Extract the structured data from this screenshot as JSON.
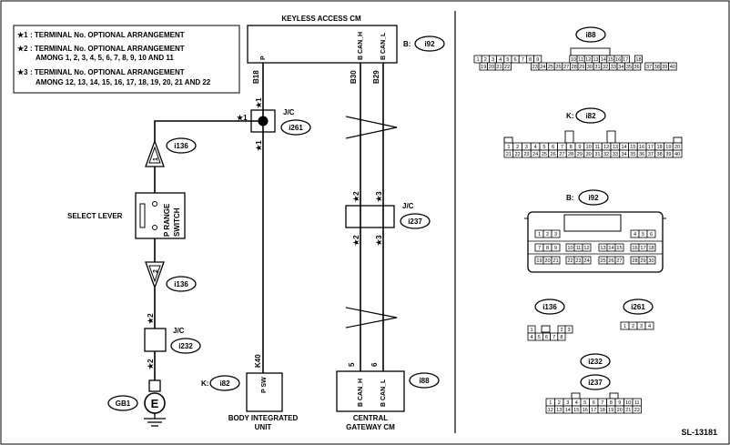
{
  "legend": {
    "n1_mark": "★1",
    "n1_text": ": TERMINAL No. OPTIONAL ARRANGEMENT",
    "n2_mark": "★2",
    "n2_line1": ": TERMINAL No. OPTIONAL ARRANGEMENT",
    "n2_line2": "AMONG 1, 2, 3, 4, 5, 6, 7, 8, 9, 10 AND 11",
    "n3_mark": "★3",
    "n3_line1": ": TERMINAL No. OPTIONAL ARRANGEMENT",
    "n3_line2": "AMONG 12, 13, 14, 15, 16, 17, 18, 19, 20, 21 AND 22"
  },
  "keyless": {
    "title": "KEYLESS ACCESS CM",
    "conn_prefix": "B:",
    "conn_id": "i92",
    "pin_p": "P",
    "pin_canh": "B CAN_H",
    "pin_canl": "B CAN_L",
    "wire_b18": "B18",
    "wire_b30": "B30",
    "wire_b29": "B29"
  },
  "jc261": {
    "label": "J/C",
    "id": "i261",
    "mark": "★1",
    "mark2": "★1",
    "mark3": "★1"
  },
  "jc237": {
    "label": "J/C",
    "id": "i237",
    "mark2_top": "★2",
    "mark3_top": "★3",
    "mark2_bot": "★2",
    "mark3_bot": "★3"
  },
  "jc232": {
    "label": "J/C",
    "id": "i232",
    "mark_top": "★2",
    "mark_bot": "★2"
  },
  "switch": {
    "select_lever": "SELECT LEVER",
    "text1": "P RANGE",
    "text2": "SWITCH"
  },
  "conn136": {
    "id_top": "i136",
    "id_bot": "i136",
    "pin_top": "1",
    "pin_bot": "2"
  },
  "ground": {
    "id": "GB1",
    "symbol": "E"
  },
  "biu": {
    "conn_prefix": "K:",
    "conn_id": "i82",
    "wire": "K40",
    "pin": "P SW",
    "name1": "BODY INTEGRATED",
    "name2": "UNIT"
  },
  "gateway": {
    "conn_id": "i88",
    "wire5": "5",
    "wire6": "6",
    "pin_h": "B CAN_H",
    "pin_l": "B CAN_L",
    "name1": "CENTRAL",
    "name2": "GATEWAY CM"
  },
  "connectors": {
    "i88": {
      "id": "i88",
      "row1": [
        "1",
        "2",
        "3",
        "4",
        "5",
        "6",
        "7",
        "8",
        "9",
        "10",
        "11",
        "12",
        "13",
        "14",
        "15",
        "16",
        "17",
        "18"
      ],
      "row2": [
        "19",
        "20",
        "21",
        "22",
        "23",
        "24",
        "25",
        "26",
        "27",
        "28",
        "29",
        "30",
        "31",
        "32",
        "33",
        "34",
        "35",
        "36",
        "37",
        "38",
        "39",
        "40"
      ]
    },
    "i82": {
      "prefix": "K:",
      "id": "i82",
      "row1": [
        "1",
        "2",
        "3",
        "4",
        "5",
        "6",
        "7",
        "8",
        "9",
        "10",
        "11",
        "12",
        "13",
        "14",
        "15",
        "16",
        "17",
        "18",
        "19",
        "20"
      ],
      "row2": [
        "21",
        "22",
        "23",
        "24",
        "25",
        "26",
        "27",
        "28",
        "29",
        "30",
        "31",
        "32",
        "33",
        "34",
        "35",
        "36",
        "37",
        "38",
        "39",
        "40"
      ]
    },
    "i92": {
      "prefix": "B:",
      "id": "i92",
      "r1a": [
        "1",
        "2",
        "3"
      ],
      "r1b": [
        "4",
        "5",
        "6"
      ],
      "r2a": [
        "7",
        "8",
        "9"
      ],
      "r2b": [
        "10",
        "11",
        "12"
      ],
      "r2c": [
        "13",
        "14",
        "15"
      ],
      "r2d": [
        "16",
        "17",
        "18"
      ],
      "r3a": [
        "19",
        "20",
        "21"
      ],
      "r3b": [
        "22",
        "23",
        "24"
      ],
      "r3c": [
        "25",
        "26",
        "27"
      ],
      "r3d": [
        "28",
        "29",
        "30"
      ]
    },
    "i136": {
      "id": "i136",
      "row1": [
        "1",
        "2",
        "3"
      ],
      "row2": [
        "4",
        "5",
        "6",
        "7",
        "8"
      ]
    },
    "i261": {
      "id": "i261",
      "row1": [
        "1",
        "2",
        "3",
        "4"
      ]
    },
    "i232": {
      "id": "i232"
    },
    "i237": {
      "id": "i237",
      "row1": [
        "1",
        "2",
        "3",
        "4",
        "5",
        "6",
        "7",
        "8",
        "9",
        "10",
        "11"
      ],
      "row2": [
        "12",
        "13",
        "14",
        "15",
        "16",
        "17",
        "18",
        "19",
        "20",
        "21",
        "22"
      ]
    }
  },
  "footer": {
    "code": "SL-13181"
  }
}
